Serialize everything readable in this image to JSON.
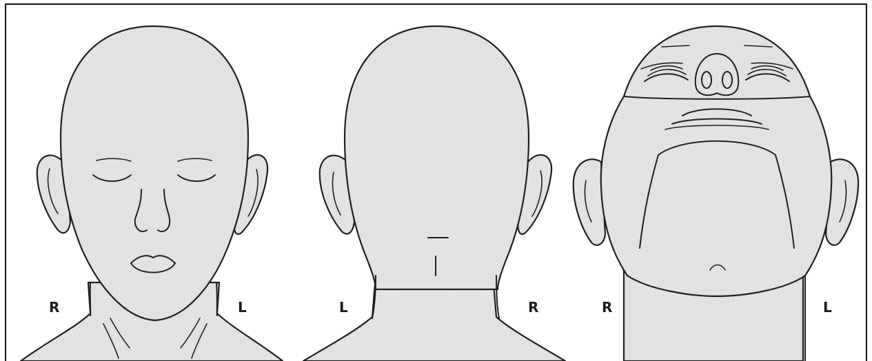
{
  "panels": [
    {
      "view": "front",
      "left_label": "R",
      "right_label": "L"
    },
    {
      "view": "back",
      "left_label": "L",
      "right_label": "R"
    },
    {
      "view": "underside",
      "left_label": "R",
      "right_label": "L"
    }
  ],
  "colors": {
    "outline": "#1f1f1f",
    "skin_fill": "#e6e6e6",
    "frame": "#111111",
    "label": "#1a1a1a"
  }
}
